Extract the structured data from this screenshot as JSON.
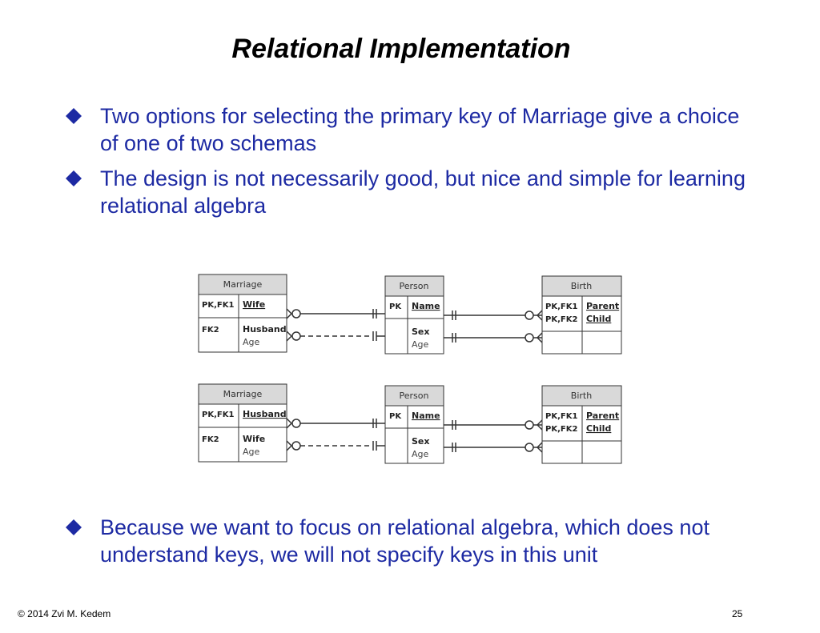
{
  "slide": {
    "title": "Relational Implementation",
    "bullets": [
      "Two options for selecting the primary key of Marriage give a choice of one of two schemas",
      "The design is not necessarily good, but nice and simple for learning relational algebra",
      "Because we want to focus on relational algebra, which does not understand keys, we will not specify keys in this unit"
    ],
    "footer_left": "©  2014  Zvi M. Kedem",
    "page_number": "25"
  },
  "bullet_icon": "diamond-icon",
  "colors": {
    "text": "#1d2aa3",
    "table_header": "#d9d9d9",
    "line": "#333333"
  },
  "schemas": [
    {
      "marriage": {
        "title": "Marriage",
        "key1": "PK,FK1",
        "attr1": "Wife",
        "key2": "FK2",
        "attr2": "Husband",
        "attr3": "Age"
      },
      "person": {
        "title": "Person",
        "key1": "PK",
        "attr1": "Name",
        "attr2": "Sex",
        "attr3": "Age"
      },
      "birth": {
        "title": "Birth",
        "key1": "PK,FK1",
        "key2": "PK,FK2",
        "attr1": "Parent",
        "attr2": "Child"
      }
    },
    {
      "marriage": {
        "title": "Marriage",
        "key1": "PK,FK1",
        "attr1": "Husband",
        "key2": "FK2",
        "attr2": "Wife",
        "attr3": "Age"
      },
      "person": {
        "title": "Person",
        "key1": "PK",
        "attr1": "Name",
        "attr2": "Sex",
        "attr3": "Age"
      },
      "birth": {
        "title": "Birth",
        "key1": "PK,FK1",
        "key2": "PK,FK2",
        "attr1": "Parent",
        "attr2": "Child"
      }
    }
  ]
}
